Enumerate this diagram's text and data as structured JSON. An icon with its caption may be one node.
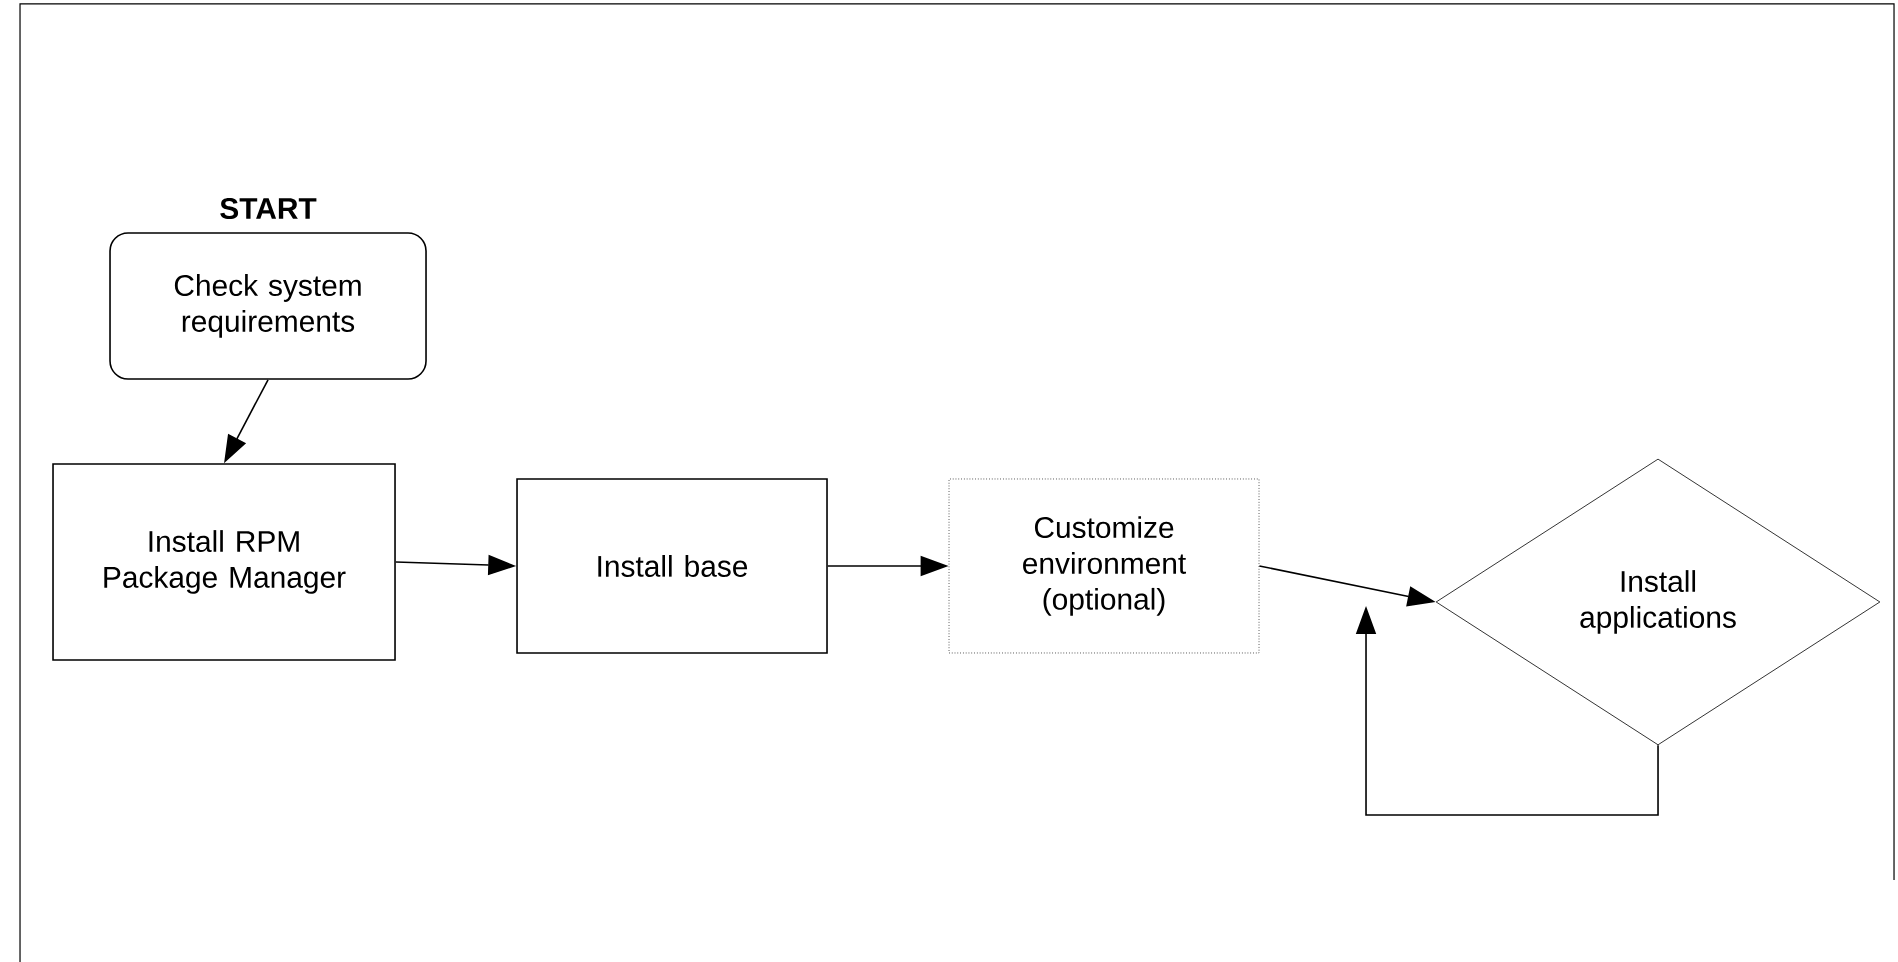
{
  "diagram": {
    "nodes": [
      {
        "text": [
          "START",
          "Check system requirements"
        ]
      },
      {
        "text": [
          "Install RPM Package Manager"
        ]
      },
      {
        "text": [
          "Install base"
        ]
      },
      {
        "text": [
          "Customize environment (optional)"
        ]
      },
      {
        "text": [
          "Install applications"
        ]
      }
    ],
    "edges": [
      {
        "from": 0,
        "to": 1,
        "arrow": "to"
      },
      {
        "from": 1,
        "to": 2,
        "arrow": "to"
      },
      {
        "from": 2,
        "to": 3,
        "arrow": "to"
      },
      {
        "from": 3,
        "to": 4,
        "arrow": "to"
      },
      {
        "from": 4,
        "to": 4,
        "arrow": "to"
      }
    ]
  }
}
